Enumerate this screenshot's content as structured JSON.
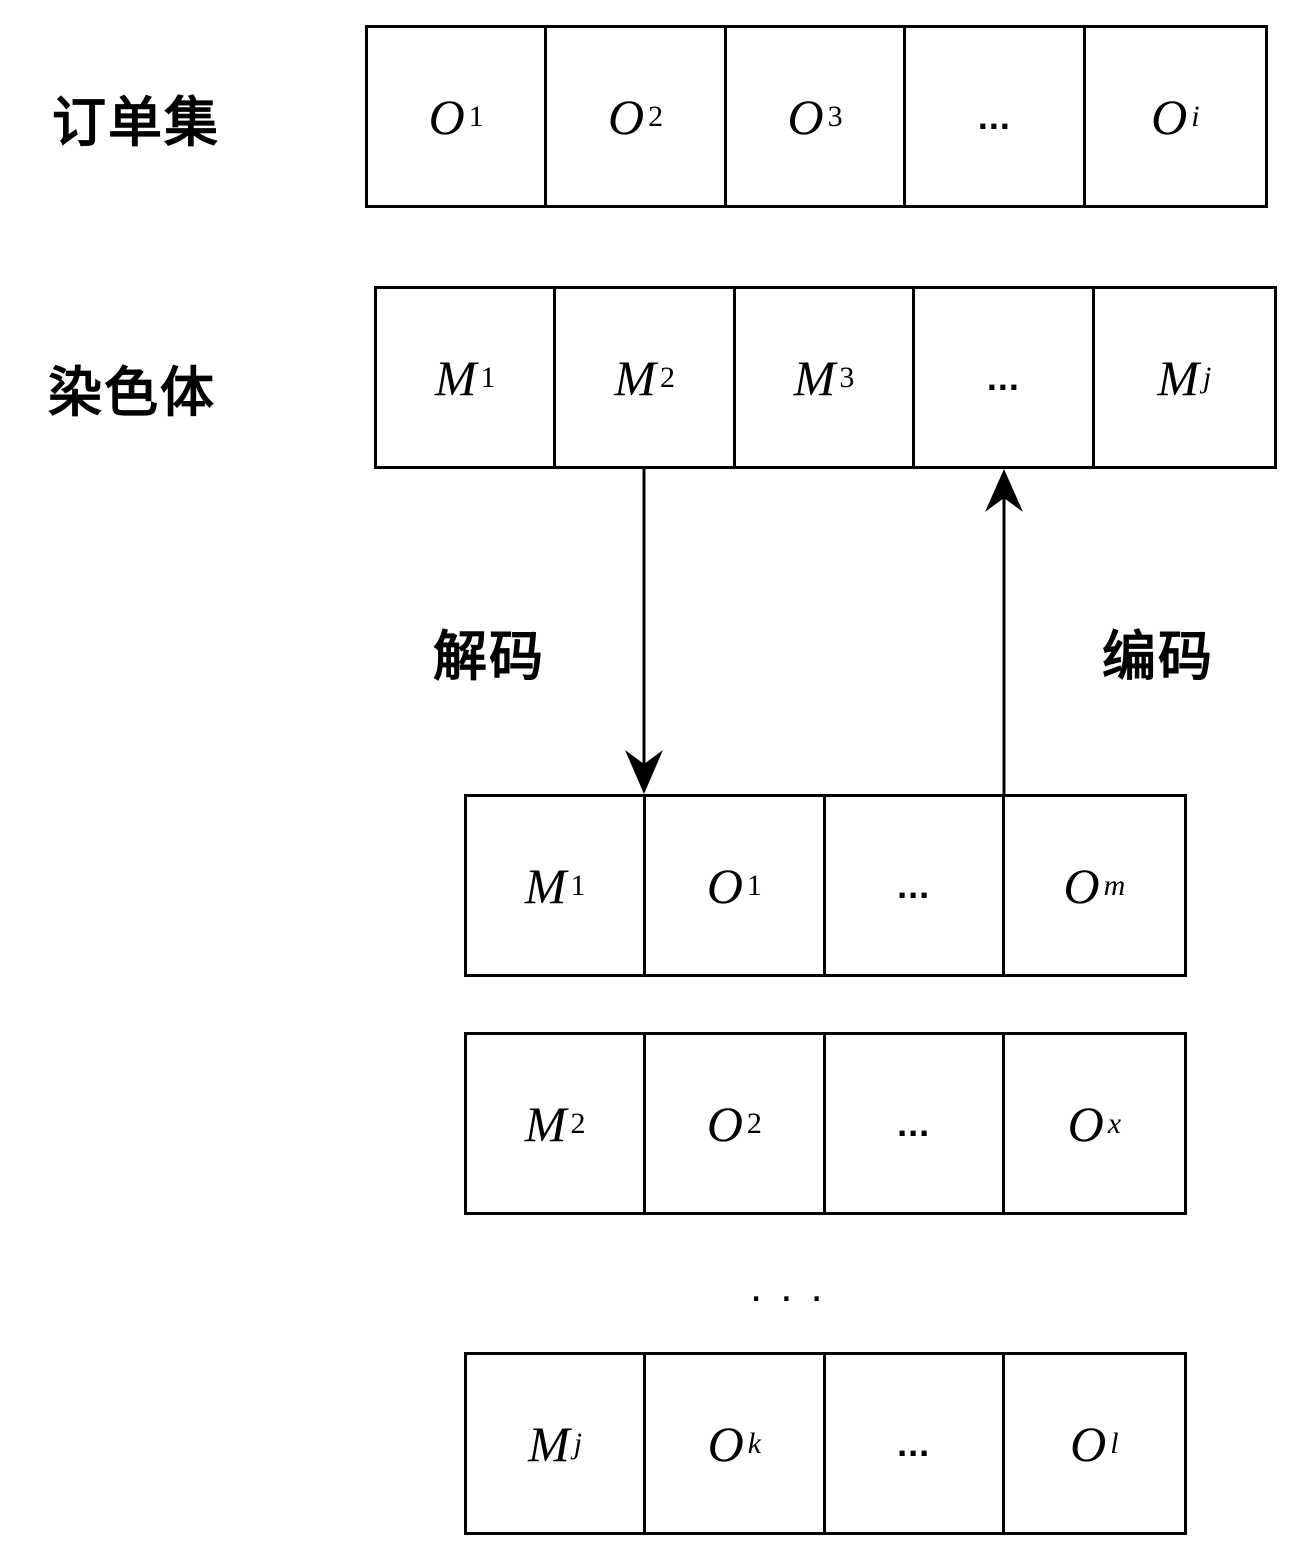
{
  "labels": {
    "order_set": "订单集",
    "chromosome": "染色体",
    "decode": "解码",
    "encode": "编码"
  },
  "order_row": [
    {
      "base": "O",
      "sub": "1"
    },
    {
      "base": "O",
      "sub": "2"
    },
    {
      "base": "O",
      "sub": "3"
    },
    {
      "dots": "..."
    },
    {
      "base": "O",
      "sub": "i",
      "sub_italic": true
    }
  ],
  "chromosome_row": [
    {
      "base": "M",
      "sub": "1"
    },
    {
      "base": "M",
      "sub": "2"
    },
    {
      "base": "M",
      "sub": "3"
    },
    {
      "dots": "..."
    },
    {
      "base": "M",
      "sub": "j",
      "sub_italic": true
    }
  ],
  "decoded_rows": [
    [
      {
        "base": "M",
        "sub": "1"
      },
      {
        "base": "O",
        "sub": "1"
      },
      {
        "dots": "..."
      },
      {
        "base": "O",
        "sub": "m",
        "sub_italic": true
      }
    ],
    [
      {
        "base": "M",
        "sub": "2"
      },
      {
        "base": "O",
        "sub": "2"
      },
      {
        "dots": "..."
      },
      {
        "base": "O",
        "sub": "x",
        "sub_italic": true
      }
    ],
    [
      {
        "base": "M",
        "sub": "j",
        "sub_italic": true
      },
      {
        "base": "O",
        "sub": "k",
        "sub_italic": true
      },
      {
        "dots": "..."
      },
      {
        "base": "O",
        "sub": "l",
        "sub_italic": true
      }
    ]
  ],
  "between_rows_ellipsis": "...",
  "colors": {
    "line": "#000000",
    "background": "#ffffff"
  }
}
